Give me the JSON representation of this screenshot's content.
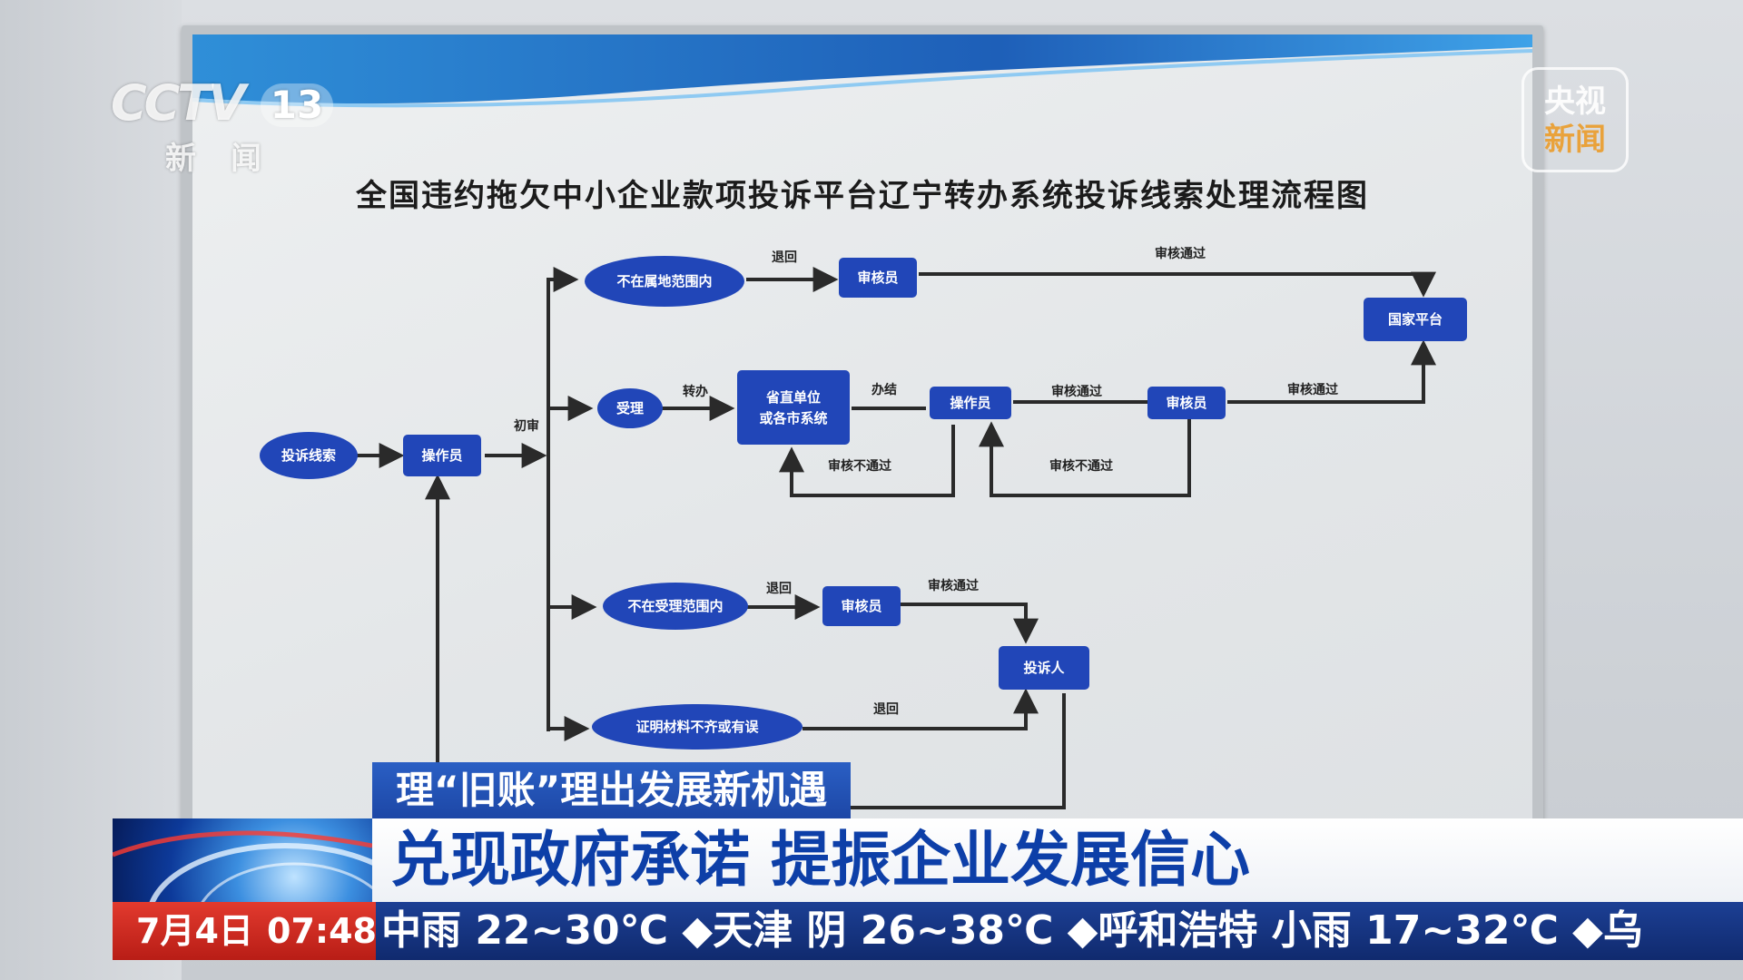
{
  "logos": {
    "channel": "CCTV",
    "channel_number": "13",
    "channel_sub": "新闻",
    "yangshi_line1": "央视",
    "yangshi_line2": "新闻"
  },
  "board": {
    "title": "全国违约拖欠中小企业款项投诉平台辽宁转办系统投诉线索处理流程图",
    "nodes": {
      "complaint_lead": "投诉线索",
      "operator_1": "操作员",
      "not_in_territory": "不在属地范围内",
      "reviewer_top": "审核员",
      "national_platform": "国家平台",
      "accept": "受理",
      "provincial_units_l1": "省直单位",
      "provincial_units_l2": "或各市系统",
      "operator_2": "操作员",
      "reviewer_mid": "审核员",
      "not_in_acceptance": "不在受理范围内",
      "reviewer_low": "审核员",
      "complainant": "投诉人",
      "incomplete_materials": "证明材料不齐或有误"
    },
    "edges": {
      "preliminary_review": "初审",
      "return_1": "退回",
      "approved_top": "审核通过",
      "transfer": "转办",
      "concluded": "办结",
      "approved_mid1": "审核通过",
      "approved_mid2": "审核通过",
      "rejected_1": "审核不通过",
      "rejected_2": "审核不通过",
      "return_2": "退回",
      "approved_low": "审核通过",
      "return_3": "退回"
    }
  },
  "lower_third": {
    "topic": "理“旧账”理出发展新机遇",
    "headline": "兑现政府承诺 提振企业发展信心"
  },
  "ticker": {
    "date": "7月4日",
    "time": "07:48",
    "weather_text": "中雨 22~30℃ ◆天津 阴 26~38℃ ◆呼和浩特 小雨 17~32℃ ◆乌"
  },
  "colors": {
    "node_blue": "#2146b8",
    "arrow": "#2a2a2a",
    "headline_blue": "#0d3fa8",
    "date_red": "#d42d22",
    "ticker_blue": "#163684"
  }
}
